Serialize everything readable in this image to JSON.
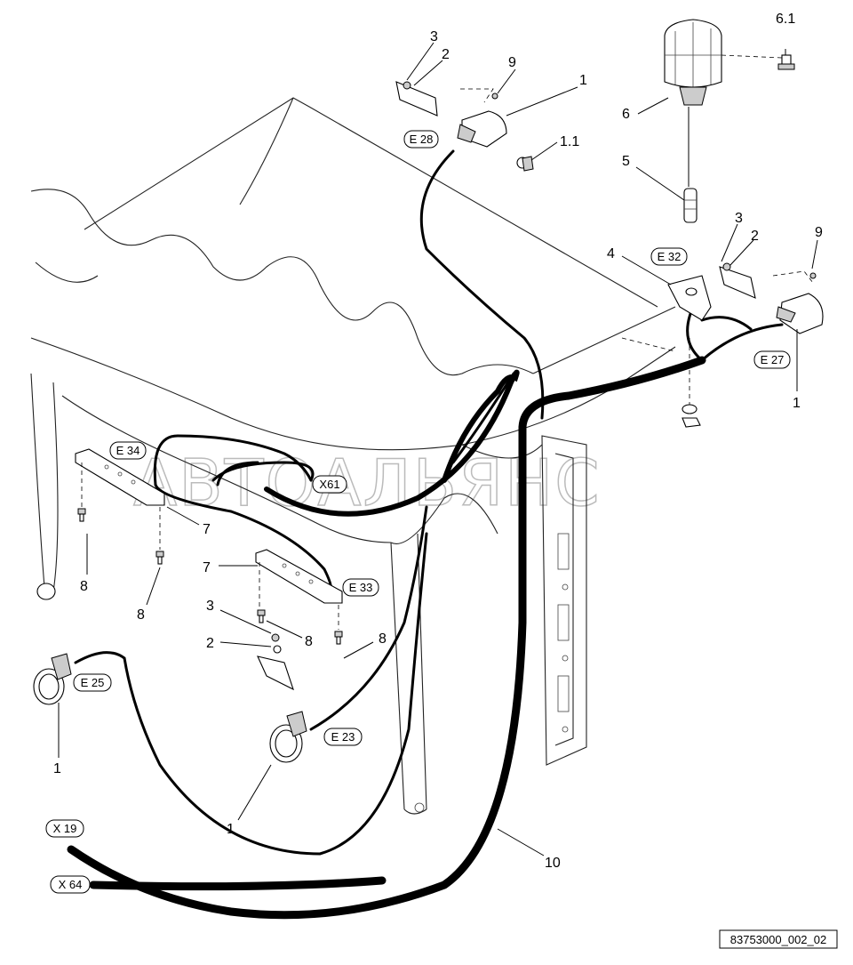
{
  "watermark": "АВТОАЛЬЯНС",
  "drawing_id": "83753000_002_02",
  "part_numbers": {
    "p1_top": "1",
    "p1_right": "1",
    "p1_leftlamp": "1",
    "p1_centerlamp": "1",
    "p1_1": "1.1",
    "p2_top": "2",
    "p2_right": "2",
    "p2_bottom": "2",
    "p3_top": "3",
    "p3_right": "3",
    "p3_bottom": "3",
    "p4": "4",
    "p5": "5",
    "p6": "6",
    "p6_1": "6.1",
    "p7_a": "7",
    "p7_b": "7",
    "p8_a": "8",
    "p8_b": "8",
    "p8_c": "8",
    "p8_d": "8",
    "p9_top": "9",
    "p9_right": "9",
    "p10": "10"
  },
  "connectors": {
    "e28": "E 28",
    "e32": "E 32",
    "e27": "E 27",
    "e34": "E 34",
    "x61": "X61",
    "e33": "E 33",
    "e25": "E 25",
    "e23": "E 23",
    "x19": "X 19",
    "x64": "X 64"
  }
}
